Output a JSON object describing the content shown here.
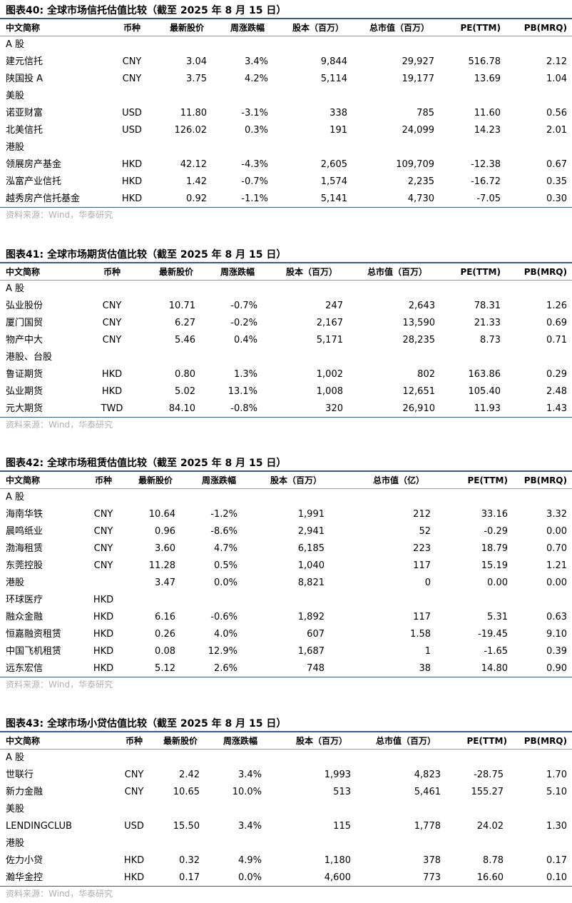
{
  "source_text": "资料来源：Wind，华泰研究",
  "tables": [
    {
      "title": "图表40:  全球市场信托估值比较（截至 2025 年 8 月 15 日）",
      "headers": [
        "中文简称",
        "币种",
        "最新股价",
        "周涨跌幅",
        "股本（百万）",
        "总市值（百万）",
        "PE(TTM)",
        "PB(MRQ)"
      ],
      "rows": [
        {
          "category": "A 股"
        },
        {
          "cells": [
            "建元信托",
            "CNY",
            "3.04",
            "3.4%",
            "9,844",
            "29,927",
            "516.78",
            "2.12"
          ]
        },
        {
          "cells": [
            "陕国投 A",
            "CNY",
            "3.75",
            "4.2%",
            "5,114",
            "19,177",
            "13.69",
            "1.04"
          ]
        },
        {
          "category": "美股"
        },
        {
          "cells": [
            "诺亚财富",
            "USD",
            "11.80",
            "-3.1%",
            "338",
            "785",
            "11.60",
            "0.56"
          ]
        },
        {
          "cells": [
            "北美信托",
            "USD",
            "126.02",
            "0.3%",
            "191",
            "24,099",
            "14.23",
            "2.01"
          ]
        },
        {
          "category": "港股"
        },
        {
          "cells": [
            "领展房产基金",
            "HKD",
            "42.12",
            "-4.3%",
            "2,605",
            "109,709",
            "-12.38",
            "0.67"
          ]
        },
        {
          "cells": [
            "泓富产业信托",
            "HKD",
            "1.42",
            "-0.7%",
            "1,574",
            "2,235",
            "-16.72",
            "0.35"
          ]
        },
        {
          "cells": [
            "越秀房产信托基金",
            "HKD",
            "0.92",
            "-1.1%",
            "5,141",
            "4,730",
            "-7.05",
            "0.30"
          ]
        }
      ]
    },
    {
      "title": "图表41:  全球市场期货估值比较（截至 2025 年 8 月 15 日）",
      "headers": [
        "中文简称",
        "币种",
        "最新股价",
        "周涨跌幅",
        "股本（百万）",
        "总市值（百万）",
        "PE(TTM)",
        "PB(MRQ)"
      ],
      "rows": [
        {
          "category": "A 股"
        },
        {
          "cells": [
            "弘业股份",
            "CNY",
            "10.71",
            "-0.7%",
            "247",
            "2,643",
            "78.31",
            "1.26"
          ]
        },
        {
          "cells": [
            "厦门国贸",
            "CNY",
            "6.27",
            "-0.2%",
            "2,167",
            "13,590",
            "21.33",
            "0.69"
          ]
        },
        {
          "cells": [
            "物产中大",
            "CNY",
            "5.46",
            "0.4%",
            "5,171",
            "28,235",
            "8.73",
            "0.71"
          ]
        },
        {
          "category": "港股、台股"
        },
        {
          "cells": [
            "鲁证期货",
            "HKD",
            "0.80",
            "1.3%",
            "1,002",
            "802",
            "163.86",
            "0.29"
          ]
        },
        {
          "cells": [
            "弘业期货",
            "HKD",
            "5.02",
            "13.1%",
            "1,008",
            "12,651",
            "105.40",
            "2.48"
          ]
        },
        {
          "cells": [
            "元大期货",
            "TWD",
            "84.10",
            "-0.8%",
            "320",
            "26,910",
            "11.93",
            "1.43"
          ]
        }
      ]
    },
    {
      "title": "图表42:  全球市场租赁估值比较（截至 2025 年 8 月 15 日）",
      "headers": [
        "中文简称",
        "币种",
        "最新股价",
        "周涨跌幅",
        "股本（百万）",
        "总市值（亿）",
        "PE(TTM)",
        "PB(MRQ)"
      ],
      "rows": [
        {
          "category": "A 股"
        },
        {
          "cells": [
            "海南华铁",
            "CNY",
            "10.64",
            "-1.2%",
            "1,991",
            "212",
            "33.16",
            "3.32"
          ]
        },
        {
          "cells": [
            "晨鸣纸业",
            "CNY",
            "0.96",
            "-8.6%",
            "2,941",
            "52",
            "-0.29",
            "0.00"
          ]
        },
        {
          "cells": [
            "渤海租赁",
            "CNY",
            "3.60",
            "4.7%",
            "6,185",
            "223",
            "18.79",
            "0.70"
          ]
        },
        {
          "cells": [
            "东莞控股",
            "CNY",
            "11.28",
            "0.5%",
            "1,040",
            "117",
            "15.19",
            "1.21"
          ]
        },
        {
          "cells": [
            "港股",
            "",
            "3.47",
            "0.0%",
            "8,821",
            "0",
            "0.00",
            "0.00"
          ]
        },
        {
          "cells": [
            "环球医疗",
            "HKD",
            "",
            "",
            "",
            "",
            "",
            ""
          ]
        },
        {
          "cells": [
            "融众金融",
            "HKD",
            "6.16",
            "-0.6%",
            "1,892",
            "117",
            "5.31",
            "0.63"
          ]
        },
        {
          "cells": [
            "恒嘉融资租赁",
            "HKD",
            "0.26",
            "4.0%",
            "607",
            "1.58",
            "-19.45",
            "9.10"
          ]
        },
        {
          "cells": [
            "中国飞机租赁",
            "HKD",
            "0.08",
            "12.9%",
            "1,687",
            "1",
            "-1.65",
            "0.39"
          ]
        },
        {
          "cells": [
            "远东宏信",
            "HKD",
            "5.12",
            "2.6%",
            "748",
            "38",
            "14.80",
            "0.90"
          ]
        }
      ]
    },
    {
      "title": "图表43:  全球市场小贷估值比较（截至 2025 年 8 月 15 日）",
      "headers": [
        "中文简称",
        "币种",
        "最新股价",
        "周涨跌幅",
        "股本（百万）",
        "总市值（百万）",
        "PE(TTM)",
        "PB(MRQ)"
      ],
      "rows": [
        {
          "category": "A 股"
        },
        {
          "cells": [
            "世联行",
            "CNY",
            "2.42",
            "3.4%",
            "1,993",
            "4,823",
            "-28.75",
            "1.70"
          ]
        },
        {
          "cells": [
            "新力金融",
            "CNY",
            "10.65",
            "10.0%",
            "513",
            "5,461",
            "155.27",
            "5.10"
          ]
        },
        {
          "category": "美股"
        },
        {
          "cells": [
            "LENDINGCLUB",
            "USD",
            "15.50",
            "3.4%",
            "115",
            "1,778",
            "24.02",
            "1.30"
          ]
        },
        {
          "category": "港股"
        },
        {
          "cells": [
            "佐力小贷",
            "HKD",
            "0.32",
            "4.9%",
            "1,180",
            "378",
            "8.78",
            "0.17"
          ]
        },
        {
          "cells": [
            "瀚华金控",
            "HKD",
            "0.17",
            "0.0%",
            "4,600",
            "773",
            "16.60",
            "0.10"
          ]
        }
      ]
    }
  ]
}
